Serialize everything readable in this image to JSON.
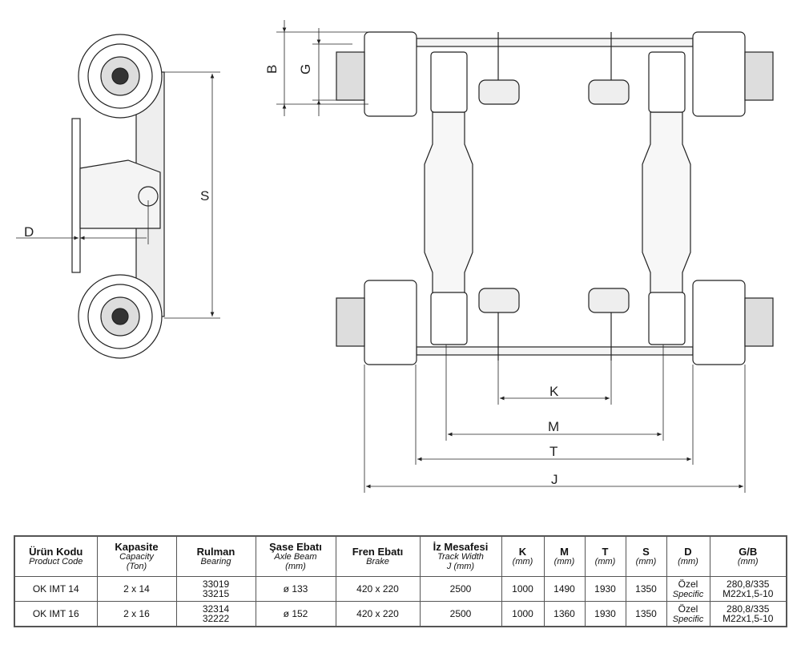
{
  "drawing": {
    "dimension_labels": {
      "B": "B",
      "G": "G",
      "S": "S",
      "D": "D",
      "K": "K",
      "M": "M",
      "T": "T",
      "J": "J"
    }
  },
  "table": {
    "headers": [
      {
        "tr": "Ürün Kodu",
        "en": "Product Code",
        "unit": ""
      },
      {
        "tr": "Kapasite",
        "en": "Capacity",
        "unit": "(Ton)"
      },
      {
        "tr": "Rulman",
        "en": "Bearing",
        "unit": ""
      },
      {
        "tr": "Şase Ebatı",
        "en": "Axle Beam",
        "unit": "(mm)"
      },
      {
        "tr": "Fren Ebatı",
        "en": "Brake",
        "unit": ""
      },
      {
        "tr": "İz Mesafesi",
        "en": "Track Width",
        "unit": "J (mm)"
      },
      {
        "tr": "K",
        "en": "(mm)",
        "unit": ""
      },
      {
        "tr": "M",
        "en": "(mm)",
        "unit": ""
      },
      {
        "tr": "T",
        "en": "(mm)",
        "unit": ""
      },
      {
        "tr": "S",
        "en": "(mm)",
        "unit": ""
      },
      {
        "tr": "D",
        "en": "(mm)",
        "unit": ""
      },
      {
        "tr": "G/B",
        "en": "(mm)",
        "unit": ""
      }
    ],
    "rows": [
      {
        "code": "OK IMT 14",
        "capacity": "2 x 14",
        "bearing1": "33019",
        "bearing2": "33215",
        "beam": "ø 133",
        "brake": "420 x 220",
        "track": "2500",
        "k": "1000",
        "m": "1490",
        "t": "1930",
        "s": "1350",
        "d1": "Özel",
        "d2": "Specific",
        "gb1": "280,8/335",
        "gb2": "M22x1,5-10"
      },
      {
        "code": "OK IMT 16",
        "capacity": "2 x 16",
        "bearing1": "32314",
        "bearing2": "32222",
        "beam": "ø 152",
        "brake": "420 x 220",
        "track": "2500",
        "k": "1000",
        "m": "1360",
        "t": "1930",
        "s": "1350",
        "d1": "Özel",
        "d2": "Specific",
        "gb1": "280,8/335",
        "gb2": "M22x1,5-10"
      }
    ]
  }
}
